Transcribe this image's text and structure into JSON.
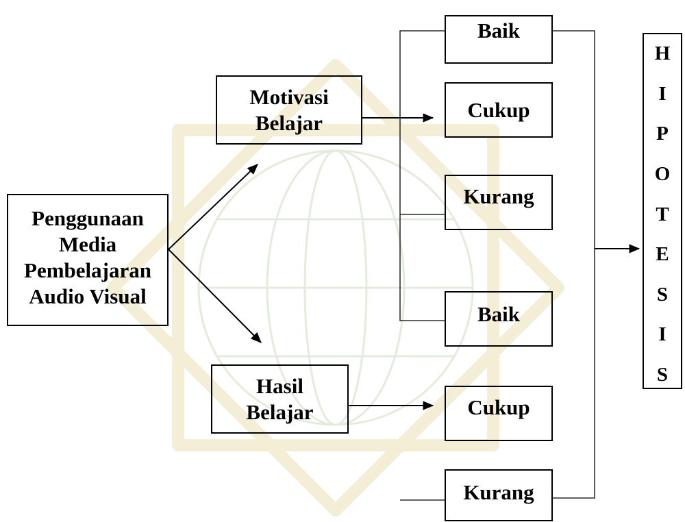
{
  "nodes": {
    "source": {
      "lines": [
        "Penggunaan",
        "Media",
        "Pembelajaran",
        "Audio Visual"
      ]
    },
    "motivasi": {
      "lines": [
        "Motivasi",
        "Belajar"
      ]
    },
    "hasil": {
      "lines": [
        "Hasil",
        "Belajar"
      ]
    }
  },
  "outcomes": {
    "motivasi": [
      "Baik",
      "Cukup",
      "Kurang"
    ],
    "hasil": [
      "Baik",
      "Cukup",
      "Kurang"
    ]
  },
  "hipotesis": {
    "letters": [
      "H",
      "I",
      "P",
      "O",
      "T",
      "E",
      "S",
      "I",
      "S"
    ]
  },
  "colors": {
    "ink": "#000000",
    "watermark_green": "#e3ecdc",
    "watermark_gold": "#f4eed6"
  }
}
